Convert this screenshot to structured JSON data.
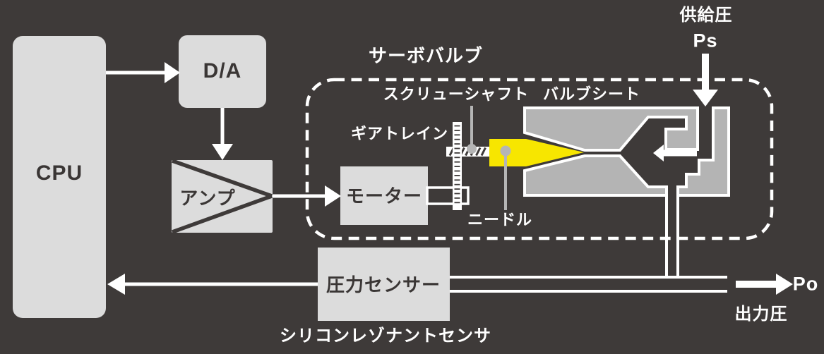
{
  "colors": {
    "background": "#3e3a39",
    "box": "#dcdcdc",
    "valve": "#b4b4b4",
    "needle": "#f7e600",
    "white": "#ffffff",
    "leader": "#b5b5b5",
    "ink": "#3a3635"
  },
  "blocks": {
    "cpu": "CPU",
    "da": "D/A",
    "amp": "アンプ",
    "motor": "モーター",
    "pressure_sensor": "圧力センサー"
  },
  "labels": {
    "servo_valve": "サーボバルブ",
    "screw_shaft": "スクリューシャフト",
    "gear_train": "ギアトレイン",
    "valve_seat": "バルブシート",
    "needle": "ニードル",
    "supply_pressure": "供給圧",
    "supply_pressure_symbol": "Ps",
    "output_pressure": "出力圧",
    "output_pressure_symbol": "Po",
    "sensor_caption": "シリコンレゾナントセンサ"
  }
}
